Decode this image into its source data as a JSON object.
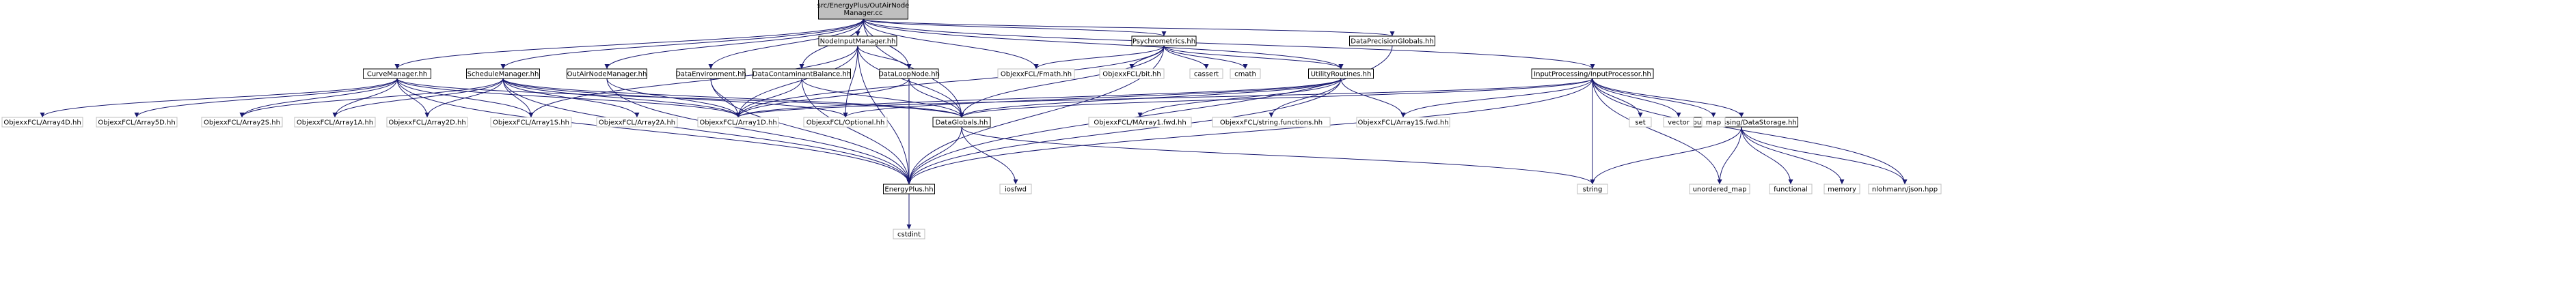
{
  "graph": {
    "root": "src/EnergyPlus/OutAirNodeManager.cc",
    "nodes": [
      {
        "id": "root",
        "lines": [
          "src/EnergyPlus/OutAirNode",
          "Manager.cc"
        ],
        "style": "root"
      },
      {
        "id": "CurveManager",
        "lines": [
          "CurveManager.hh"
        ],
        "style": "header"
      },
      {
        "id": "ScheduleManager",
        "lines": [
          "ScheduleManager.hh"
        ],
        "style": "header"
      },
      {
        "id": "OutAirNodeManager",
        "lines": [
          "OutAirNodeManager.hh"
        ],
        "style": "header"
      },
      {
        "id": "NodeInputManager",
        "lines": [
          "NodeInputManager.hh"
        ],
        "style": "header"
      },
      {
        "id": "DataEnvironment",
        "lines": [
          "DataEnvironment.hh"
        ],
        "style": "header"
      },
      {
        "id": "DataContaminantBalance",
        "lines": [
          "DataContaminantBalance.hh"
        ],
        "style": "header"
      },
      {
        "id": "DataLoopNode",
        "lines": [
          "DataLoopNode.hh"
        ],
        "style": "header"
      },
      {
        "id": "Psychrometrics",
        "lines": [
          "Psychrometrics.hh"
        ],
        "style": "header"
      },
      {
        "id": "DataPrecisionGlobals",
        "lines": [
          "DataPrecisionGlobals.hh"
        ],
        "style": "header"
      },
      {
        "id": "InputProcessor",
        "lines": [
          "InputProcessing/InputProcessor.hh"
        ],
        "style": "header"
      },
      {
        "id": "UtilityRoutines",
        "lines": [
          "UtilityRoutines.hh"
        ],
        "style": "header"
      },
      {
        "id": "DataGlobals",
        "lines": [
          "DataGlobals.hh"
        ],
        "style": "header"
      },
      {
        "id": "EnergyPlus",
        "lines": [
          "EnergyPlus.hh"
        ],
        "style": "header"
      },
      {
        "id": "DataStorage",
        "lines": [
          "InputProcessing/DataStorage.hh"
        ],
        "style": "header"
      },
      {
        "id": "Array4D",
        "lines": [
          "ObjexxFCL/Array4D.hh"
        ],
        "style": "ext"
      },
      {
        "id": "Array5D",
        "lines": [
          "ObjexxFCL/Array5D.hh"
        ],
        "style": "ext"
      },
      {
        "id": "Array2S",
        "lines": [
          "ObjexxFCL/Array2S.hh"
        ],
        "style": "ext"
      },
      {
        "id": "Array1A",
        "lines": [
          "ObjexxFCL/Array1A.hh"
        ],
        "style": "ext"
      },
      {
        "id": "Array2D",
        "lines": [
          "ObjexxFCL/Array2D.hh"
        ],
        "style": "ext"
      },
      {
        "id": "Array1S",
        "lines": [
          "ObjexxFCL/Array1S.hh"
        ],
        "style": "ext"
      },
      {
        "id": "Array2A",
        "lines": [
          "ObjexxFCL/Array2A.hh"
        ],
        "style": "ext"
      },
      {
        "id": "Array1D",
        "lines": [
          "ObjexxFCL/Array1D.hh"
        ],
        "style": "ext"
      },
      {
        "id": "Optional",
        "lines": [
          "ObjexxFCL/Optional.hh"
        ],
        "style": "ext"
      },
      {
        "id": "Fmath",
        "lines": [
          "ObjexxFCL/Fmath.hh"
        ],
        "style": "ext"
      },
      {
        "id": "bit",
        "lines": [
          "ObjexxFCL/bit.hh"
        ],
        "style": "ext"
      },
      {
        "id": "cassert",
        "lines": [
          "cassert"
        ],
        "style": "ext"
      },
      {
        "id": "cmath",
        "lines": [
          "cmath"
        ],
        "style": "ext"
      },
      {
        "id": "MArray1fwd",
        "lines": [
          "ObjexxFCL/MArray1.fwd.hh"
        ],
        "style": "ext"
      },
      {
        "id": "stringfunctions",
        "lines": [
          "ObjexxFCL/string.functions.hh"
        ],
        "style": "ext"
      },
      {
        "id": "Array1Sfwd",
        "lines": [
          "ObjexxFCL/Array1S.fwd.hh"
        ],
        "style": "ext"
      },
      {
        "id": "iosfwd",
        "lines": [
          "iosfwd"
        ],
        "style": "ext"
      },
      {
        "id": "cstdint",
        "lines": [
          "cstdint"
        ],
        "style": "ext"
      },
      {
        "id": "string",
        "lines": [
          "string"
        ],
        "style": "ext"
      },
      {
        "id": "unordered_map",
        "lines": [
          "unordered_map"
        ],
        "style": "ext"
      },
      {
        "id": "functional",
        "lines": [
          "functional"
        ],
        "style": "ext"
      },
      {
        "id": "memory",
        "lines": [
          "memory"
        ],
        "style": "ext"
      },
      {
        "id": "json",
        "lines": [
          "nlohmann/json.hpp"
        ],
        "style": "ext"
      },
      {
        "id": "set",
        "lines": [
          "set"
        ],
        "style": "ext"
      },
      {
        "id": "vector",
        "lines": [
          "vector"
        ],
        "style": "ext"
      },
      {
        "id": "map",
        "lines": [
          "map"
        ],
        "style": "ext"
      }
    ],
    "edges": [
      [
        "root",
        "CurveManager"
      ],
      [
        "root",
        "ScheduleManager"
      ],
      [
        "root",
        "OutAirNodeManager"
      ],
      [
        "root",
        "NodeInputManager"
      ],
      [
        "root",
        "DataEnvironment"
      ],
      [
        "root",
        "DataContaminantBalance"
      ],
      [
        "root",
        "DataLoopNode"
      ],
      [
        "root",
        "Psychrometrics"
      ],
      [
        "root",
        "DataPrecisionGlobals"
      ],
      [
        "root",
        "InputProcessor"
      ],
      [
        "root",
        "UtilityRoutines"
      ],
      [
        "root",
        "Fmath"
      ],
      [
        "root",
        "DataGlobals"
      ],
      [
        "CurveManager",
        "Array4D"
      ],
      [
        "CurveManager",
        "Array5D"
      ],
      [
        "CurveManager",
        "Array2S"
      ],
      [
        "CurveManager",
        "Array1A"
      ],
      [
        "CurveManager",
        "Array2D"
      ],
      [
        "CurveManager",
        "Array1S"
      ],
      [
        "CurveManager",
        "Array1D"
      ],
      [
        "CurveManager",
        "EnergyPlus"
      ],
      [
        "CurveManager",
        "DataGlobals"
      ],
      [
        "ScheduleManager",
        "Array2S"
      ],
      [
        "ScheduleManager",
        "Array1A"
      ],
      [
        "ScheduleManager",
        "Array2D"
      ],
      [
        "ScheduleManager",
        "Array1S"
      ],
      [
        "ScheduleManager",
        "Array2A"
      ],
      [
        "ScheduleManager",
        "Array1D"
      ],
      [
        "ScheduleManager",
        "Optional"
      ],
      [
        "ScheduleManager",
        "EnergyPlus"
      ],
      [
        "ScheduleManager",
        "DataGlobals"
      ],
      [
        "OutAirNodeManager",
        "Array1D"
      ],
      [
        "OutAirNodeManager",
        "EnergyPlus"
      ],
      [
        "NodeInputManager",
        "Array1S"
      ],
      [
        "NodeInputManager",
        "Array1D"
      ],
      [
        "NodeInputManager",
        "Optional"
      ],
      [
        "NodeInputManager",
        "DataLoopNode"
      ],
      [
        "NodeInputManager",
        "EnergyPlus"
      ],
      [
        "NodeInputManager",
        "DataGlobals"
      ],
      [
        "DataEnvironment",
        "Array1D"
      ],
      [
        "DataEnvironment",
        "EnergyPlus"
      ],
      [
        "DataContaminantBalance",
        "Array1D"
      ],
      [
        "DataContaminantBalance",
        "DataGlobals"
      ],
      [
        "DataContaminantBalance",
        "EnergyPlus"
      ],
      [
        "DataLoopNode",
        "Array1D"
      ],
      [
        "DataLoopNode",
        "DataGlobals"
      ],
      [
        "DataLoopNode",
        "EnergyPlus"
      ],
      [
        "Psychrometrics",
        "Fmath"
      ],
      [
        "Psychrometrics",
        "bit"
      ],
      [
        "Psychrometrics",
        "cassert"
      ],
      [
        "Psychrometrics",
        "cmath"
      ],
      [
        "Psychrometrics",
        "UtilityRoutines"
      ],
      [
        "Psychrometrics",
        "Array1D"
      ],
      [
        "Psychrometrics",
        "DataGlobals"
      ],
      [
        "Psychrometrics",
        "EnergyPlus"
      ],
      [
        "DataPrecisionGlobals",
        "EnergyPlus"
      ],
      [
        "UtilityRoutines",
        "Array1D"
      ],
      [
        "UtilityRoutines",
        "Optional"
      ],
      [
        "UtilityRoutines",
        "DataGlobals"
      ],
      [
        "UtilityRoutines",
        "MArray1fwd"
      ],
      [
        "UtilityRoutines",
        "stringfunctions"
      ],
      [
        "UtilityRoutines",
        "Array1Sfwd"
      ],
      [
        "UtilityRoutines",
        "EnergyPlus"
      ],
      [
        "DataGlobals",
        "EnergyPlus"
      ],
      [
        "DataGlobals",
        "iosfwd"
      ],
      [
        "DataGlobals",
        "string"
      ],
      [
        "EnergyPlus",
        "cstdint"
      ],
      [
        "InputProcessor",
        "Array1D"
      ],
      [
        "InputProcessor",
        "DataGlobals"
      ],
      [
        "InputProcessor",
        "Array1Sfwd"
      ],
      [
        "InputProcessor",
        "EnergyPlus"
      ],
      [
        "InputProcessor",
        "set"
      ],
      [
        "InputProcessor",
        "vector"
      ],
      [
        "InputProcessor",
        "map"
      ],
      [
        "InputProcessor",
        "DataStorage"
      ],
      [
        "InputProcessor",
        "json"
      ],
      [
        "InputProcessor",
        "string"
      ],
      [
        "InputProcessor",
        "unordered_map"
      ],
      [
        "DataStorage",
        "string"
      ],
      [
        "DataStorage",
        "unordered_map"
      ],
      [
        "DataStorage",
        "functional"
      ],
      [
        "DataStorage",
        "memory"
      ],
      [
        "DataStorage",
        "json"
      ]
    ]
  },
  "colors": {
    "edge": "#191970",
    "root_fill": "#bfbfbf",
    "header_border": "#000000",
    "ext_border": "#bfbfbf",
    "text": "#000000"
  }
}
